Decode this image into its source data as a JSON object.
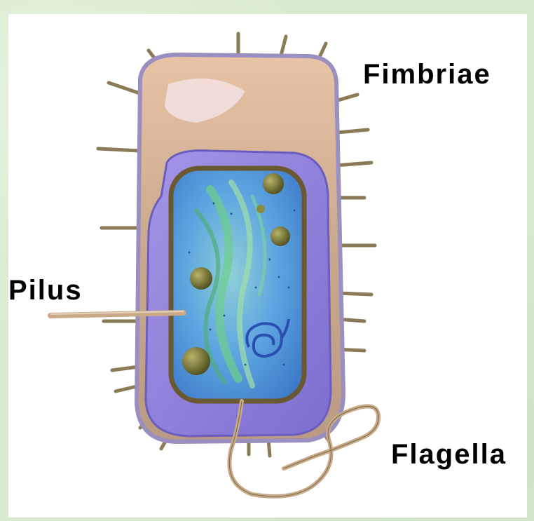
{
  "labels": {
    "fimbriae": "Fimbriae",
    "pilus": "Pilus",
    "flagella": "Flagella"
  },
  "colors": {
    "capsule": "#c9a98c",
    "membrane": "#8f7fd8",
    "cytoplasm": "#6aa6e6",
    "nucleoid": "#5fbf8a",
    "ribosome": "#6b6a2a",
    "appendage": "#d2b48c"
  }
}
